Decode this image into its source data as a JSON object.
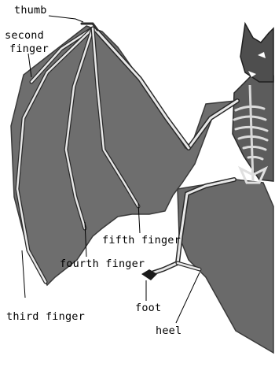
{
  "labels": {
    "thumb": "thumb",
    "second_finger_line1": "second",
    "second_finger_line2": "finger",
    "fifth_finger": "fifth finger",
    "fourth_finger": "fourth finger",
    "third_finger": "third finger",
    "foot": "foot",
    "heel": "heel"
  },
  "colors": {
    "membrane": "#6e6e6e",
    "membrane_edge": "#3a3a3a",
    "bone": "#e8e8e8",
    "bone_outline": "#2a2a2a",
    "body": "#5c5c5c",
    "leader": "#000000"
  }
}
